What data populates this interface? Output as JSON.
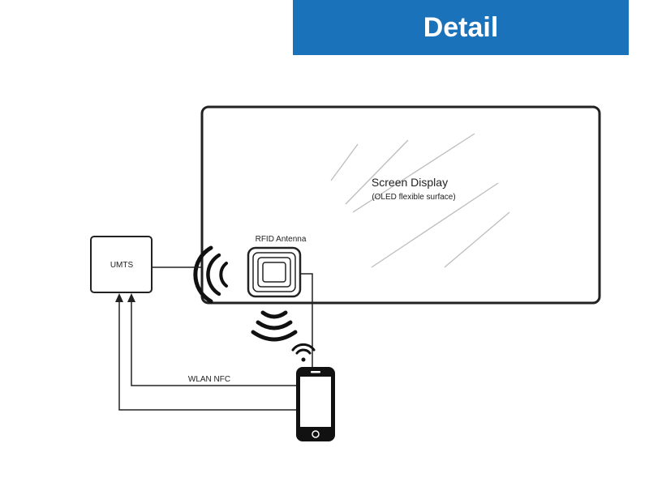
{
  "header": {
    "title": "Detail"
  },
  "diagram": {
    "screen_title": "Screen Display",
    "screen_subtitle": "(OLED flexible surface)",
    "rfid_label": "RFID Antenna",
    "umts_label": "UMTS",
    "wlan_label": "WLAN NFC"
  },
  "colors": {
    "banner": "#1a72bb",
    "line": "#222222"
  }
}
